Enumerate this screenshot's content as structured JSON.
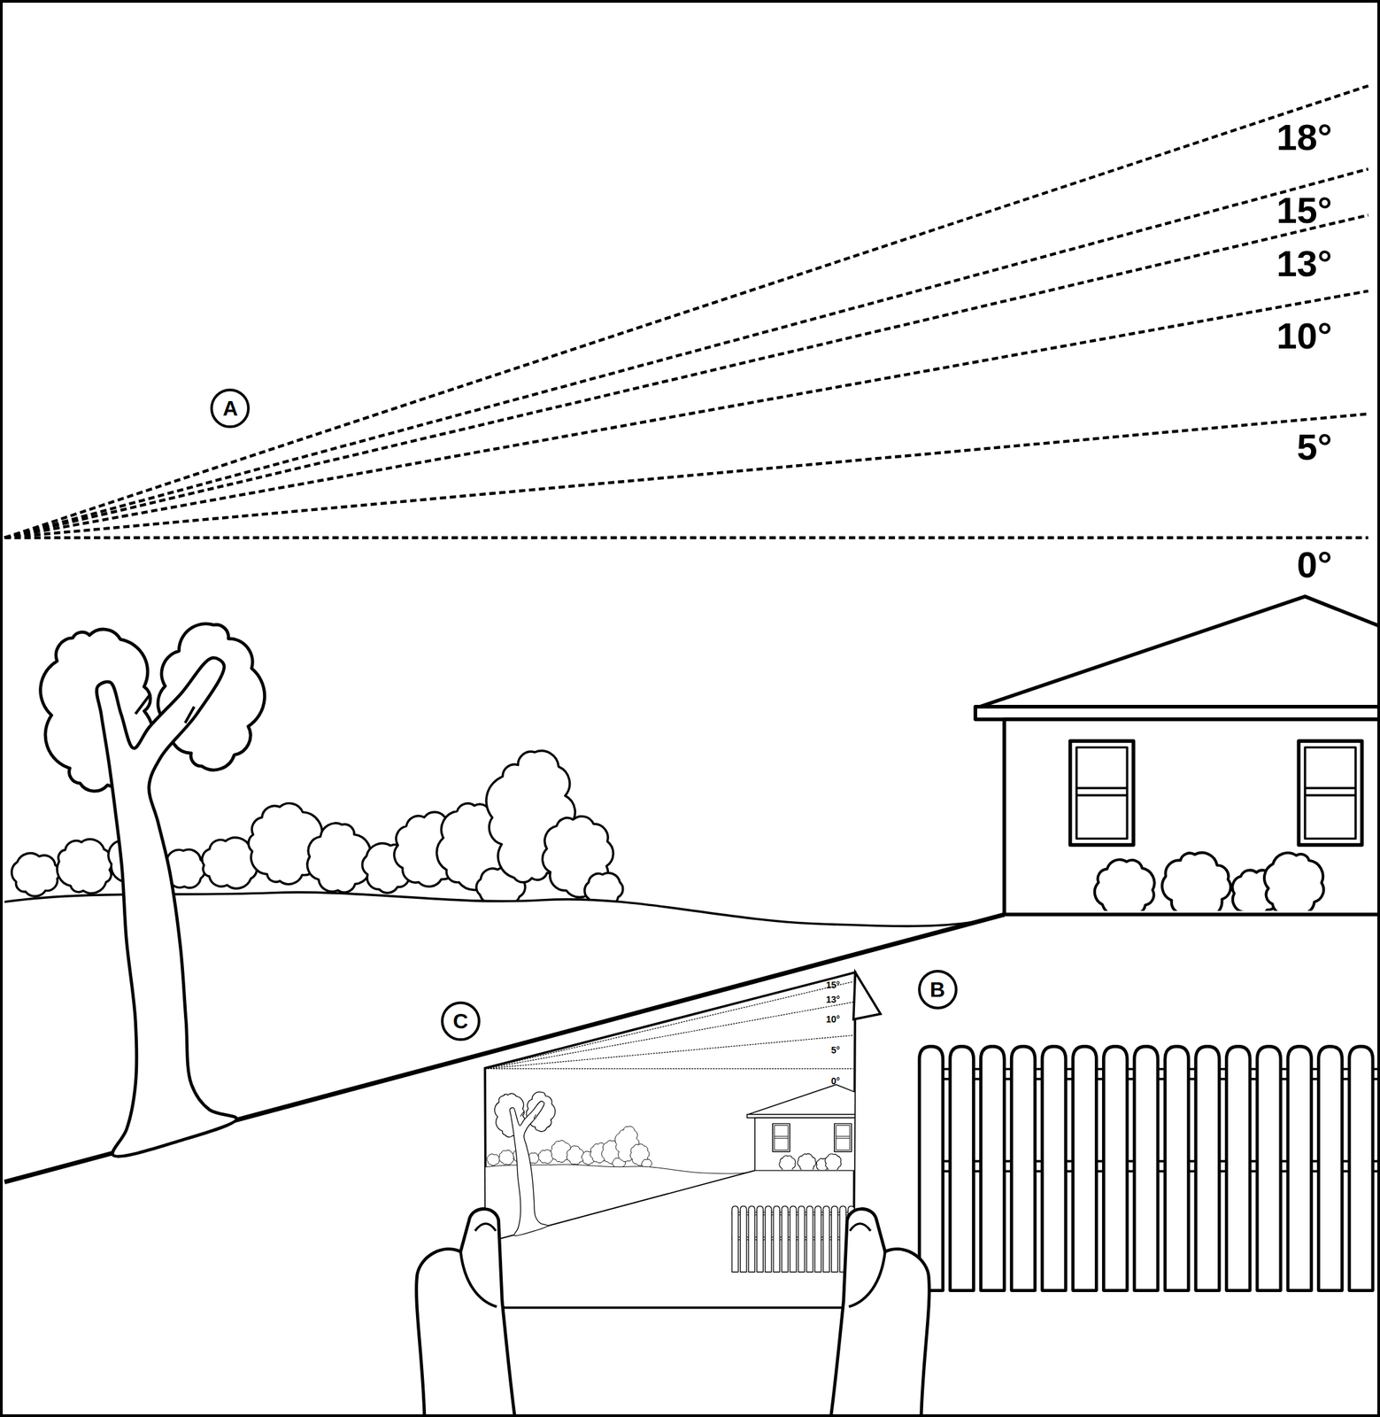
{
  "diagram": {
    "nodes": [
      {
        "text": [
          "A"
        ]
      },
      {
        "text": [
          "B"
        ]
      },
      {
        "text": [
          "C"
        ]
      }
    ],
    "labels": [
      "18°",
      "15°",
      "13°",
      "10°",
      "5°",
      "0°",
      "15°",
      "13°",
      "10°",
      "5°",
      "0°"
    ]
  }
}
